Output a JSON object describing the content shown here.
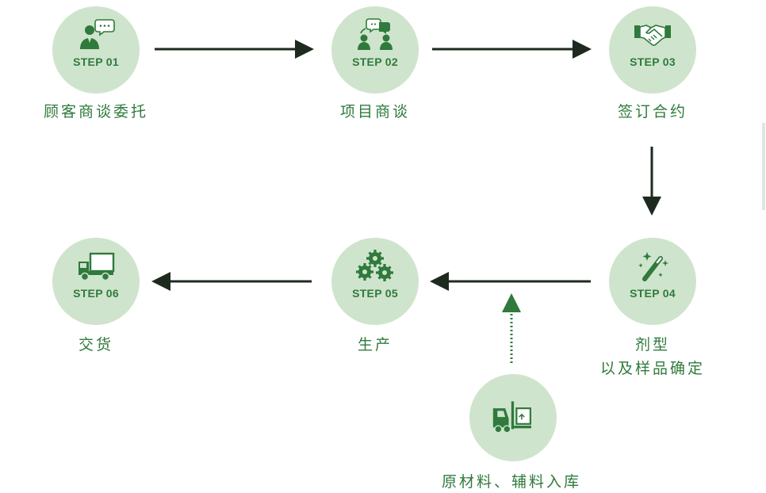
{
  "steps": [
    {
      "step": "STEP 01",
      "label": "顾客商谈委托",
      "icon": "consultant-speech-icon"
    },
    {
      "step": "STEP 02",
      "label": "项目商谈",
      "icon": "group-discussion-icon"
    },
    {
      "step": "STEP 03",
      "label": "签订合约",
      "icon": "handshake-icon"
    },
    {
      "step": "STEP 04",
      "label_line1": "剂型",
      "label_line2": "以及样品确定",
      "icon": "magic-wand-icon"
    },
    {
      "step": "STEP 05",
      "label": "生产",
      "icon": "gears-icon"
    },
    {
      "step": "STEP 06",
      "label": "交货",
      "icon": "delivery-truck-icon"
    }
  ],
  "materials": {
    "label": "原材料、辅料入库",
    "icon": "forklift-icon"
  },
  "colors": {
    "primary": "#2f7a3c",
    "circle": "#cfe4cc",
    "arrow": "#1f2a1f"
  }
}
